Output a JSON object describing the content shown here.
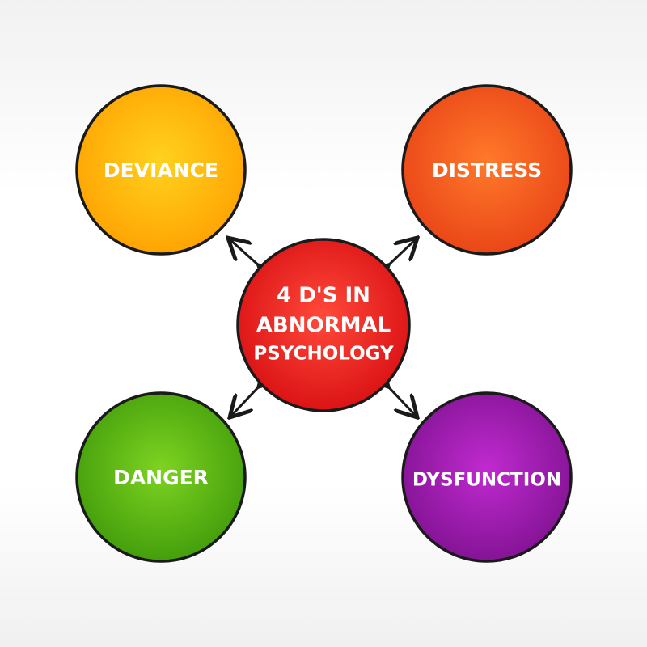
{
  "center": {
    "lines": [
      "4 D'S IN",
      "ABNORMAL",
      "PSYCHOLOGY"
    ],
    "color": "#e0141a"
  },
  "nodes": {
    "deviance": {
      "label": "DEVIANCE",
      "color": "#ffb300"
    },
    "distress": {
      "label": "DISTRESS",
      "color": "#f0501e"
    },
    "danger": {
      "label": "DANGER",
      "color": "#4caf10"
    },
    "dysfunction": {
      "label": "DYSFUNCTION",
      "color": "#9a1aa8"
    }
  },
  "outline_color": "#1a1a1a"
}
